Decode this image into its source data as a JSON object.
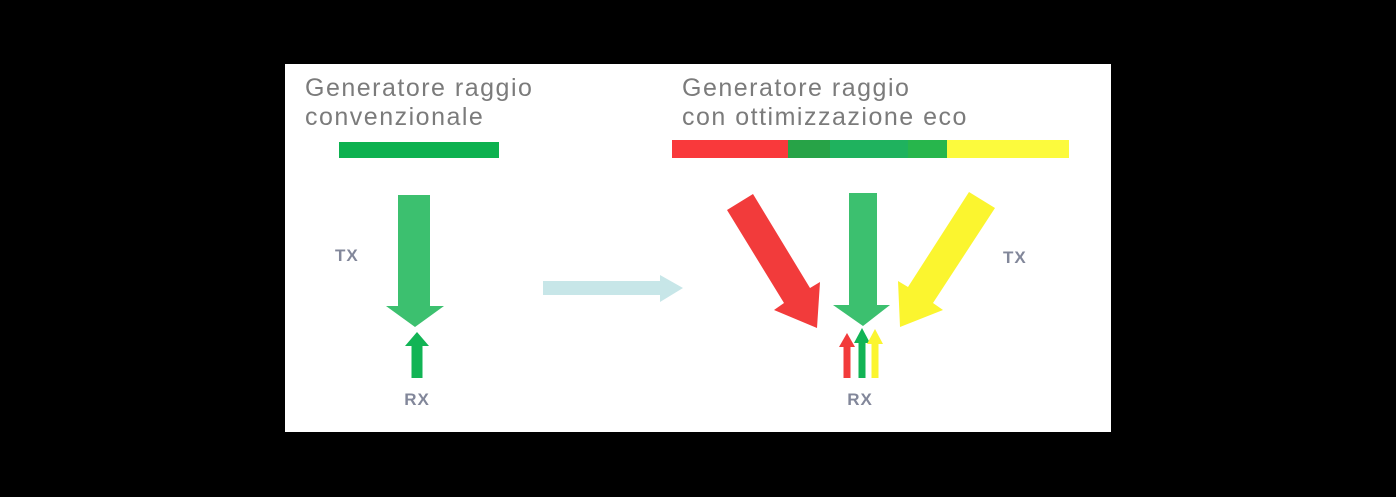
{
  "left_panel": {
    "title_line1": "Generatore raggio",
    "title_line2": "convenzionale",
    "tx_label": "TX",
    "rx_label": "RX"
  },
  "right_panel": {
    "title_line1": "Generatore raggio",
    "title_line2": "con ottimizzazione eco",
    "tx_label": "TX",
    "rx_label": "RX",
    "bar_segments": [
      {
        "name": "red",
        "color": "#f9393b",
        "width": 116
      },
      {
        "name": "dark-green",
        "color": "#27a347",
        "width": 42
      },
      {
        "name": "medium-green",
        "color": "#1fb25e",
        "width": 78
      },
      {
        "name": "bright-green",
        "color": "#27b64c",
        "width": 39
      },
      {
        "name": "yellow",
        "color": "#fcfa3d",
        "width": 122
      }
    ]
  },
  "colors": {
    "background": "#000000",
    "panel_background": "#ffffff",
    "bar_green": "#0db14f",
    "arrow_green": "#3cc06f",
    "small_arrow_green": "#12b455",
    "red": "#f23b3b",
    "yellow": "#fbf52f",
    "blue_arrow": "#c7e6e8",
    "title_text": "#7b7b7b",
    "label_text": "#82879a"
  }
}
